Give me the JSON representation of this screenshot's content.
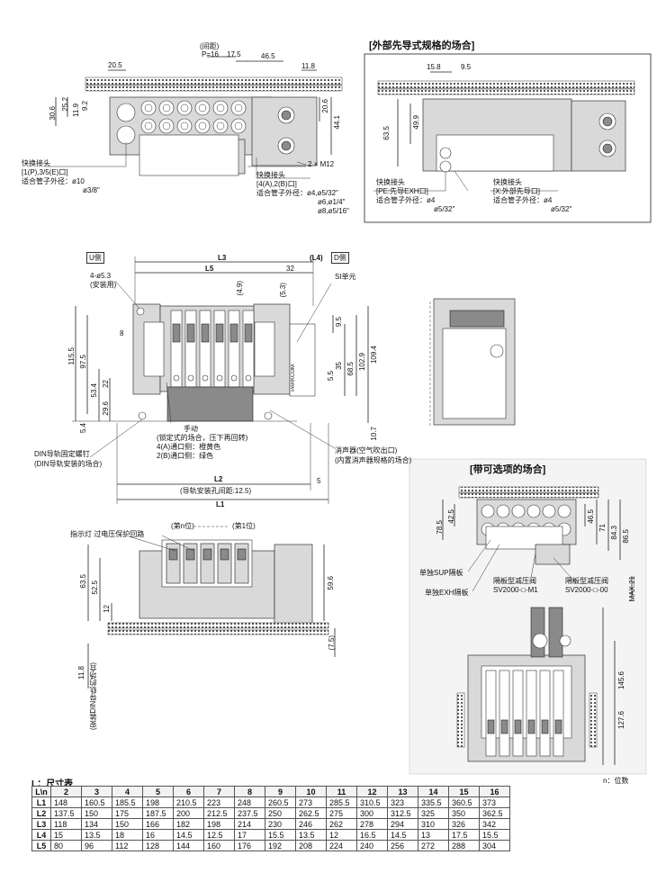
{
  "top_left": {
    "pitch_label": "(间距)",
    "pitch_values": [
      "P=16",
      "17.5"
    ],
    "dims": [
      "20.5",
      "46.5",
      "11.8",
      "25.2",
      "11.9",
      "9.2",
      "30.6",
      "20.6",
      "44.1"
    ],
    "screw": "2 × M12",
    "left_callout": [
      "快换接头",
      "[1(P),3/5(E)口]",
      "适合管子外径：ø10",
      "ø3/8\""
    ],
    "right_callout": [
      "快换接头",
      "[4(A),2(B)口]",
      "适合管子外径：ø4,ø5/32\"",
      "ø6,ø1/4\"",
      "ø8,ø5/16\""
    ]
  },
  "external_pilot": {
    "title": "[外部先导式规格的场合]",
    "dims": [
      "15.8",
      "9.5",
      "63.5",
      "49.9"
    ],
    "left_callout": [
      "快换接头",
      "[PE:先导EXH口]",
      "适合管子外径：ø4",
      "ø5/32\""
    ],
    "right_callout": [
      "快换接头",
      "[X:外部先导口]",
      "适合管子外径：ø4",
      "ø5/32\""
    ]
  },
  "front_view": {
    "side_u": "U侧",
    "side_d": "D侧",
    "dims_top": [
      "L3",
      "(L4)",
      "L5",
      "32"
    ],
    "mount_hole": [
      "4-ø5.3",
      "(安装用)"
    ],
    "si_unit": "SI单元",
    "inner_dims": [
      "(4.9)",
      "(5.3)",
      "8",
      "115.5",
      "97.5",
      "53.4",
      "22",
      "29.6",
      "5.4",
      "9.5",
      "68.5",
      "35",
      "5.5",
      "102.9",
      "109.4",
      "10.7"
    ],
    "brand": "PARKCOM",
    "manual": [
      "手动",
      "(锁定式的场合，压下再回转)",
      "4(A)通口侧：橙黄色",
      "2(B)通口侧：绿色"
    ],
    "din_screw": [
      "DIN导轨固定螺钉",
      "(DIN导轨安装的场合)"
    ],
    "silencer": [
      "消声器(空气吹出口)",
      "(内置消声器规格的场合)"
    ],
    "dims_bottom": [
      "L2",
      "(导轨安装孔间距:12.5)",
      "L1",
      "5"
    ]
  },
  "side_view": {
    "station_label": [
      "(第n位)",
      "(第1位)"
    ],
    "indicators": "指示灯  过电压保护回路",
    "dims": [
      "63.5",
      "52.5",
      "12",
      "59.6",
      "(7.5)",
      "11.8"
    ],
    "din_note": "(安装DIN导轨的场合)"
  },
  "option": {
    "title": "[带可选项的场合]",
    "dims": [
      "78.5",
      "42.5",
      "46.5",
      "71",
      "84.3",
      "86.5",
      "MAX.21",
      "145.6",
      "127.6"
    ],
    "labels": [
      "单独SUP隔板",
      "单独EXH隔板",
      "隔板型减压阀",
      "SV2000-□-M1",
      "隔板型减压阀",
      "SV2000-□-00"
    ]
  },
  "dimension_table": {
    "title": "L：尺寸表",
    "unit_note": "n：位数",
    "corner_row": "L",
    "corner_col": "n",
    "columns": [
      "2",
      "3",
      "4",
      "5",
      "6",
      "7",
      "8",
      "9",
      "10",
      "11",
      "12",
      "13",
      "14",
      "15",
      "16"
    ],
    "rows": [
      {
        "label": "L1",
        "values": [
          "148",
          "160.5",
          "185.5",
          "198",
          "210.5",
          "223",
          "248",
          "260.5",
          "273",
          "285.5",
          "310.5",
          "323",
          "335.5",
          "360.5",
          "373"
        ]
      },
      {
        "label": "L2",
        "values": [
          "137.5",
          "150",
          "175",
          "187.5",
          "200",
          "212.5",
          "237.5",
          "250",
          "262.5",
          "275",
          "300",
          "312.5",
          "325",
          "350",
          "362.5"
        ]
      },
      {
        "label": "L3",
        "values": [
          "118",
          "134",
          "150",
          "166",
          "182",
          "198",
          "214",
          "230",
          "246",
          "262",
          "278",
          "294",
          "310",
          "326",
          "342"
        ]
      },
      {
        "label": "L4",
        "values": [
          "15",
          "13.5",
          "18",
          "16",
          "14.5",
          "12.5",
          "17",
          "15.5",
          "13.5",
          "12",
          "16.5",
          "14.5",
          "13",
          "17.5",
          "15.5"
        ]
      },
      {
        "label": "L5",
        "values": [
          "80",
          "96",
          "112",
          "128",
          "144",
          "160",
          "176",
          "192",
          "208",
          "224",
          "240",
          "256",
          "272",
          "288",
          "304"
        ]
      }
    ]
  }
}
